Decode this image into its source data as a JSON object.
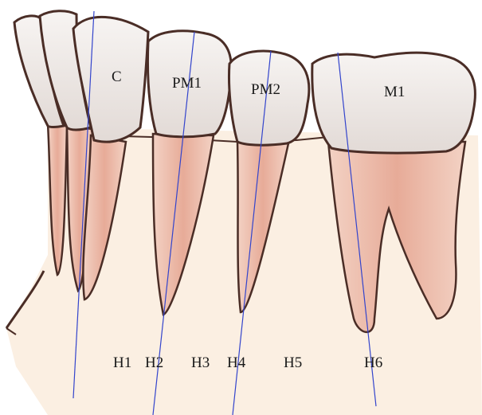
{
  "teeth_labels": {
    "canine": "C",
    "first_premolar": "PM1",
    "second_premolar": "PM2",
    "first_molar": "M1"
  },
  "region_labels": {
    "h1": "H1",
    "h2": "H2",
    "h3": "H3",
    "h4": "H4",
    "h5": "H5",
    "h6": "H6"
  },
  "colors": {
    "bone": "#fbefe2",
    "bone_outline": "#4a2d26",
    "root": "#eec0b0",
    "root_core": "#e6aa98",
    "crown": "#f4efec",
    "crown_shade": "#d8d0cc",
    "axis_line": "#3344cc"
  }
}
